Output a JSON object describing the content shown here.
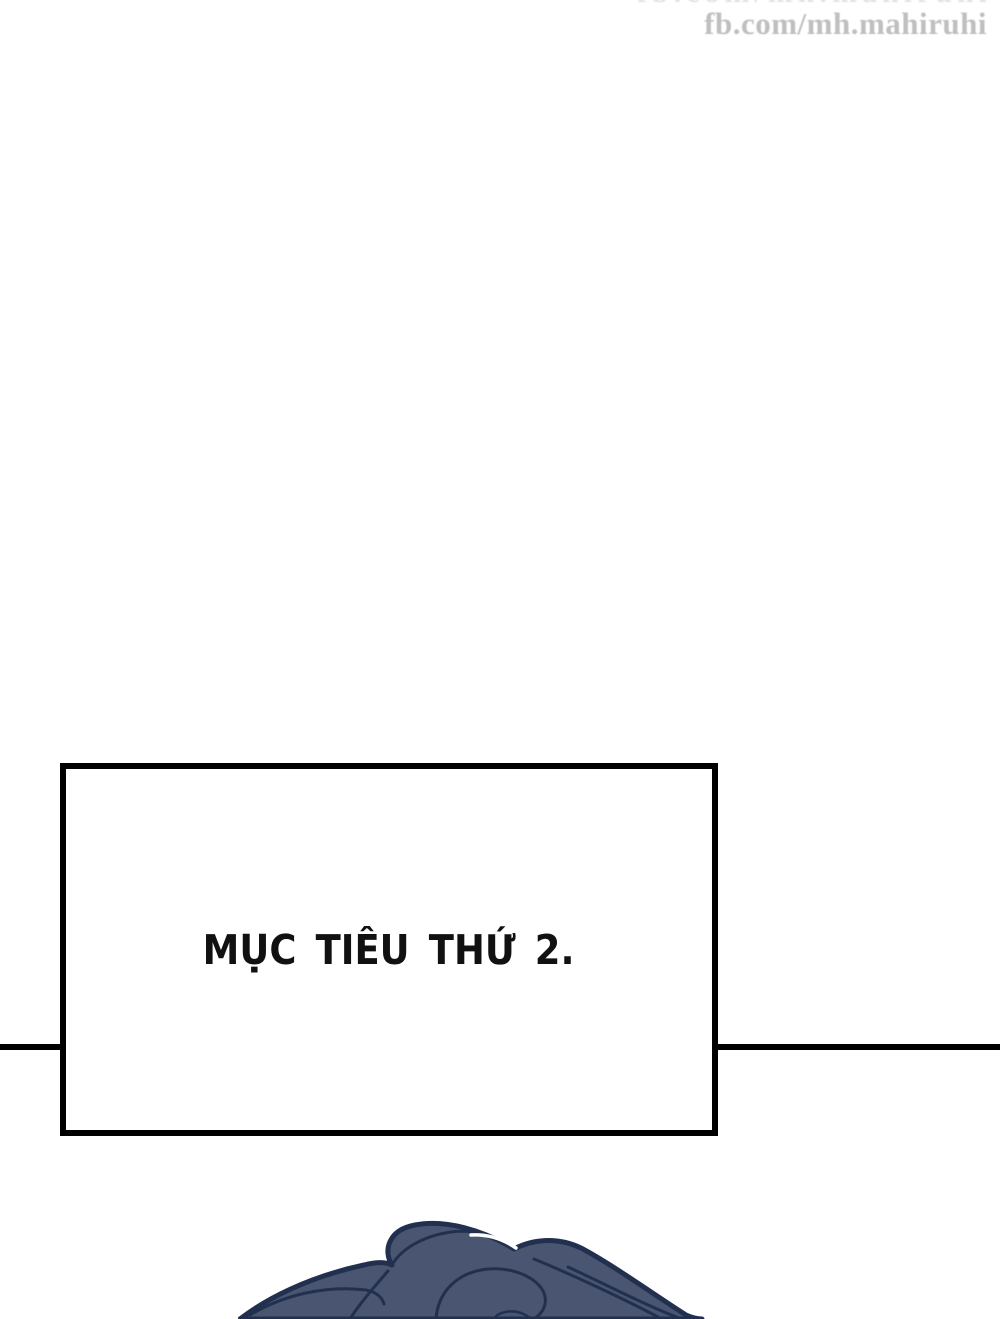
{
  "watermark": {
    "text": "fb.com/mh.mahiruhi",
    "clipped_text": "fb.com/mh.mahiruhi",
    "color": "#bfbfbf"
  },
  "panel": {
    "caption": "MỤC TIÊU THỨ 2."
  },
  "colors": {
    "background": "#ffffff",
    "ink": "#000000",
    "hair_fill": "#4a5671",
    "hair_line": "#22304f"
  }
}
